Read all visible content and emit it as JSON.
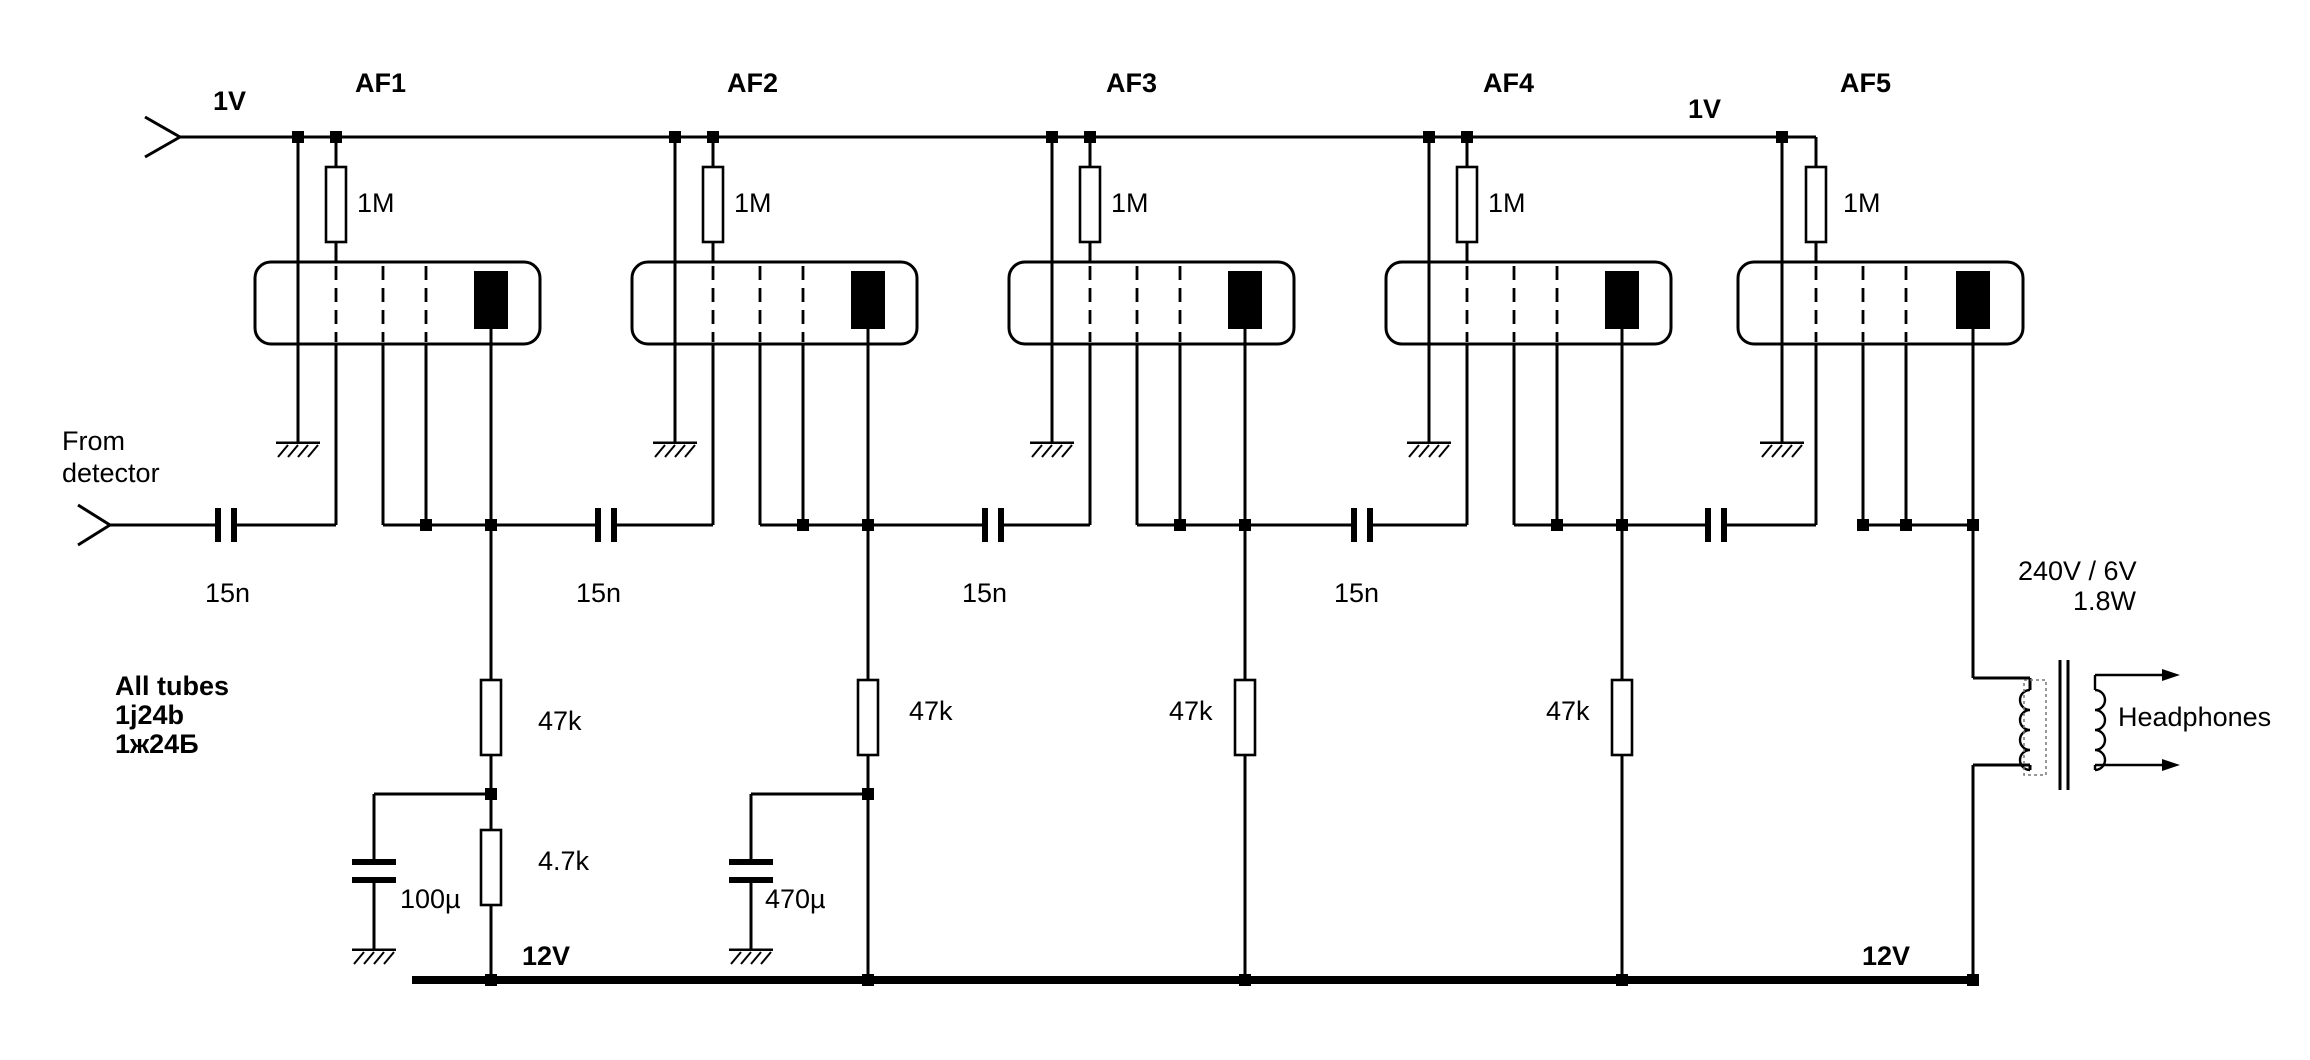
{
  "title_labels": {
    "v_top_left": "1V",
    "v_top_right": "1V",
    "v_bottom_left": "12V",
    "v_bottom_right": "12V",
    "input_label_line1": "From",
    "input_label_line2": "detector"
  },
  "notes": {
    "line1": "All tubes",
    "line2": "1j24b",
    "line3": "1ж24Б"
  },
  "stages": [
    {
      "name": "AF1",
      "grid_resistor": "1M",
      "coupling_cap": "15n",
      "load_resistor": "47k"
    },
    {
      "name": "AF2",
      "grid_resistor": "1M",
      "coupling_cap": "15n",
      "load_resistor": "47k"
    },
    {
      "name": "AF3",
      "grid_resistor": "1M",
      "coupling_cap": "15n",
      "load_resistor": "47k"
    },
    {
      "name": "AF4",
      "grid_resistor": "1M",
      "coupling_cap": "15n",
      "load_resistor": "47k"
    },
    {
      "name": "AF5",
      "grid_resistor": "1M"
    }
  ],
  "decoupling": {
    "stage1_resistor": "4.7k",
    "stage1_cap": "100µ",
    "stage2_cap": "470µ"
  },
  "transformer": {
    "rating_line1": "240V / 6V",
    "rating_line2": "1.8W",
    "output_label": "Headphones"
  }
}
